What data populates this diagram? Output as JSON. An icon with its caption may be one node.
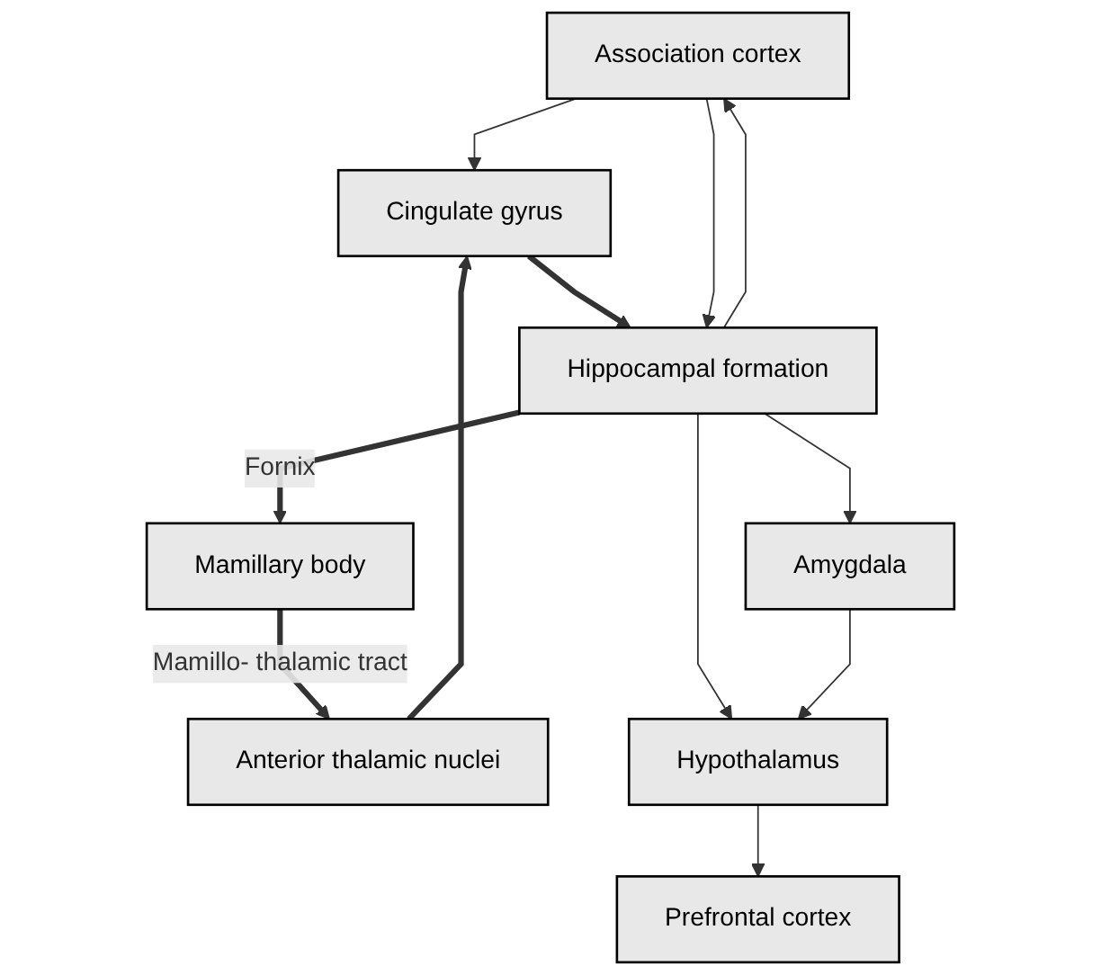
{
  "diagram": {
    "nodes": [
      {
        "text": [
          "Prefrontal cortex"
        ]
      },
      {
        "text": [
          "Association cortex"
        ]
      },
      {
        "text": [
          "Cingulate gyrus"
        ]
      },
      {
        "text": [
          "Hippocampal formation"
        ]
      },
      {
        "text": [
          "Anterior thalamic nuclei"
        ]
      },
      {
        "text": [
          "Amygdala"
        ]
      },
      {
        "text": [
          "Mamillary body"
        ]
      },
      {
        "text": [
          "Hypothalamus"
        ]
      }
    ],
    "edges": [
      {
        "from": 1,
        "to": 2,
        "arrow": "to"
      },
      {
        "from": 2,
        "to": 3,
        "arrow": "to",
        "style": "thick"
      },
      {
        "from": 1,
        "to": 3,
        "arrow": "to"
      },
      {
        "from": 3,
        "to": 1,
        "arrow": "to"
      },
      {
        "from": 3,
        "to": 5,
        "arrow": "to"
      },
      {
        "from": 3,
        "to": 6,
        "arrow": "to",
        "style": "thick",
        "label": "Fornix"
      },
      {
        "from": 3,
        "to": 7,
        "arrow": "to"
      },
      {
        "from": 5,
        "to": 7,
        "arrow": "to"
      },
      {
        "from": 7,
        "to": 0,
        "arrow": "to"
      },
      {
        "from": 6,
        "to": 4,
        "arrow": "to",
        "style": "thick",
        "label": "Mamillo- thalamic tract"
      },
      {
        "from": 4,
        "to": 2,
        "arrow": "to",
        "style": "thick"
      }
    ]
  }
}
